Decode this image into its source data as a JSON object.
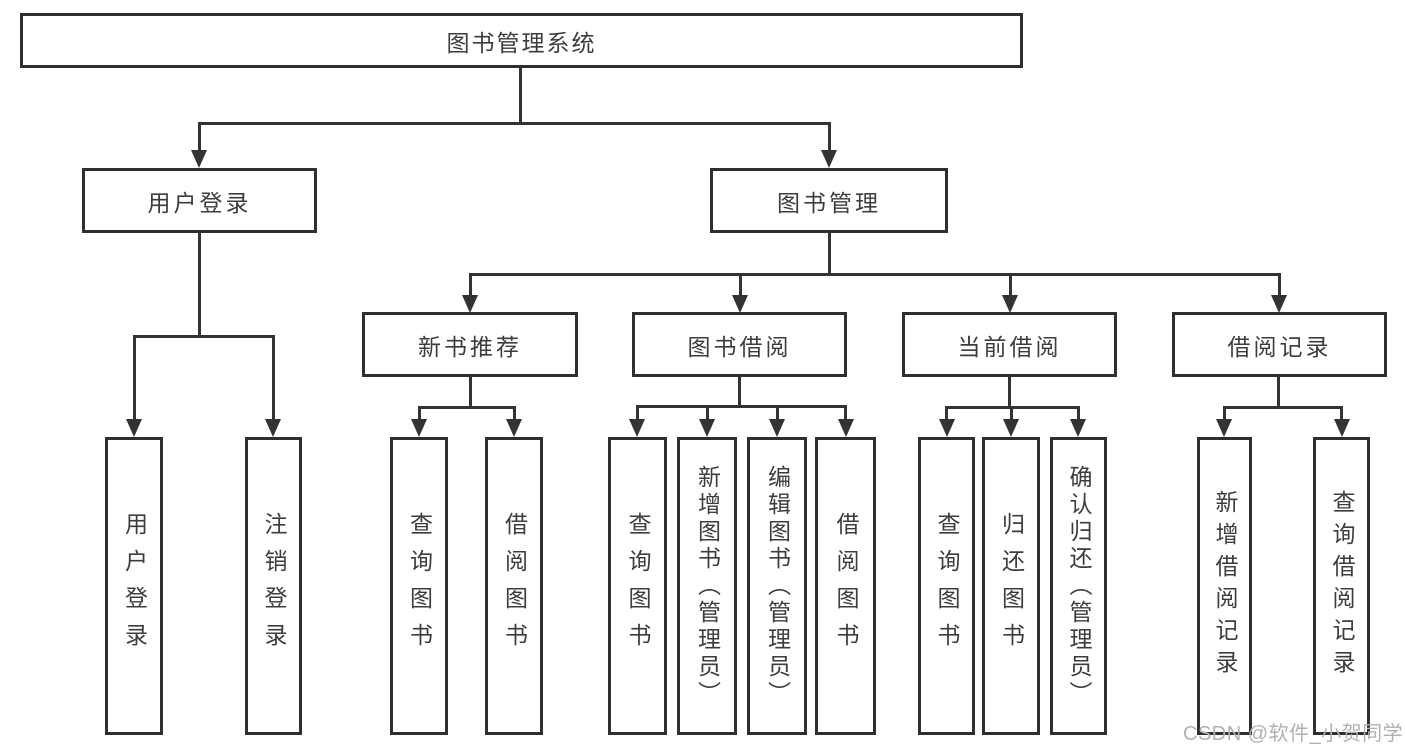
{
  "colors": {
    "background": "#ffffff",
    "line": "#333333",
    "box_border": "#2f2f2f",
    "text": "#3d3d3d",
    "watermark": "#b3b0b0"
  },
  "watermark": {
    "text": "CSDN @软件_小贺同学"
  },
  "tree": {
    "root": {
      "label": "图书管理系统"
    },
    "branches": [
      {
        "label": "用户登录",
        "leaves": [
          {
            "label": "用户登录"
          },
          {
            "label": "注销登录"
          }
        ]
      },
      {
        "label": "图书管理",
        "groups": [
          {
            "label": "新书推荐",
            "leaves": [
              {
                "label": "查询图书"
              },
              {
                "label": "借阅图书"
              }
            ]
          },
          {
            "label": "图书借阅",
            "leaves": [
              {
                "label": "查询图书"
              },
              {
                "label": "新增图书（管理员）"
              },
              {
                "label": "编辑图书（管理员）"
              },
              {
                "label": "借阅图书"
              }
            ]
          },
          {
            "label": "当前借阅",
            "leaves": [
              {
                "label": "查询图书"
              },
              {
                "label": "归还图书"
              },
              {
                "label": "确认归还（管理员）"
              }
            ]
          },
          {
            "label": "借阅记录",
            "leaves": [
              {
                "label": "新增借阅记录"
              },
              {
                "label": "查询借阅记录"
              }
            ]
          }
        ]
      }
    ]
  }
}
